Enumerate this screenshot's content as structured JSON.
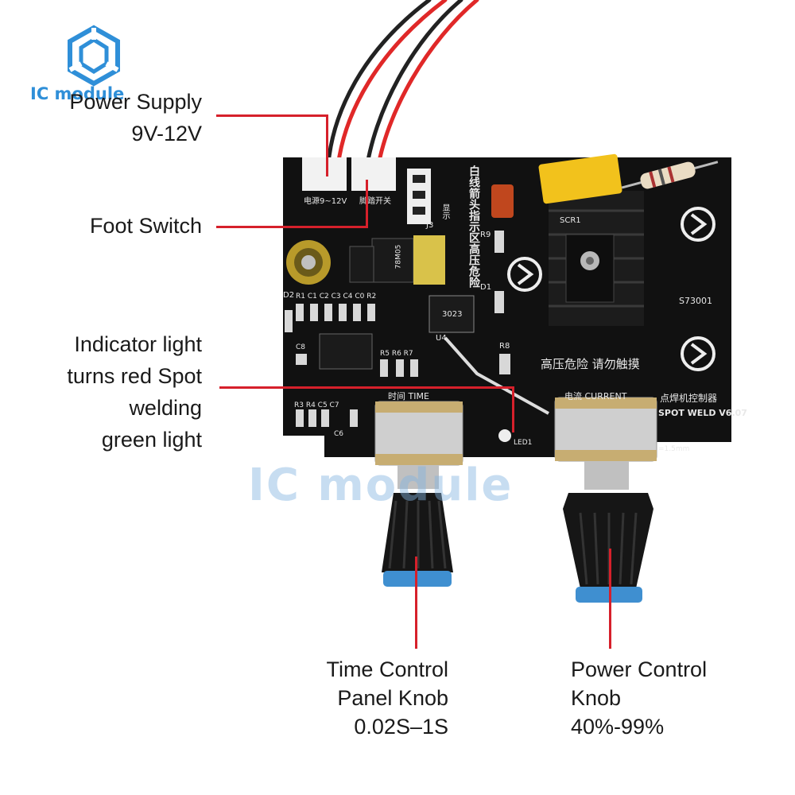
{
  "brand": {
    "logo_text": "IC module",
    "watermark_text": "IC module"
  },
  "callouts": {
    "power_supply": [
      "Power Supply",
      "9V-12V"
    ],
    "foot_switch": [
      "Foot Switch"
    ],
    "indicator": [
      "Indicator light",
      "turns red Spot",
      "welding",
      "green light"
    ],
    "time_knob": [
      "Time Control",
      "Panel Knob",
      "0.02S–1S"
    ],
    "power_knob": [
      "Power Control",
      "Knob",
      "40%-99%"
    ]
  },
  "board": {
    "silk_warning_vertical": "白线箭头指示区高压危险",
    "silk_high_voltage": "高压危险  请勿触摸",
    "silk_title_cn": "点焊机控制器",
    "silk_title_en": "SPOT WELD V6.07",
    "silk_time": "时间   TIME",
    "silk_current": "电流   CURRENT",
    "silk_power_conn": "电源9~12V",
    "silk_foot_conn": "脚踏开关",
    "silk_model": "S73001",
    "silk_scr": "SCR1",
    "silk_j3": "J3",
    "silk_r9": "R9",
    "silk_d1": "D1",
    "silk_r8": "R8",
    "silk_u4": "U4",
    "silk_led": "LED1",
    "silk_thick": "=1.5mm",
    "silk_d2": "D2",
    "silk_c8": "C8",
    "silk_c6": "C6",
    "silk_row1": "R1  C1  C2  C3  C4  C0  R2",
    "silk_row2": "R5  R6  R7",
    "silk_row3": "R3  R4  C5    C7",
    "silk_display": "显示",
    "ic_regulator": "78M05",
    "ic_opto": "3023"
  },
  "colors": {
    "accent_red": "#d6202b",
    "pcb": "#111111",
    "silk": "#e8e8e8",
    "logo_blue": "#2f8fd8",
    "knob_blue": "#3f8fd0",
    "capacitor_yellow": "#f2c21c"
  }
}
